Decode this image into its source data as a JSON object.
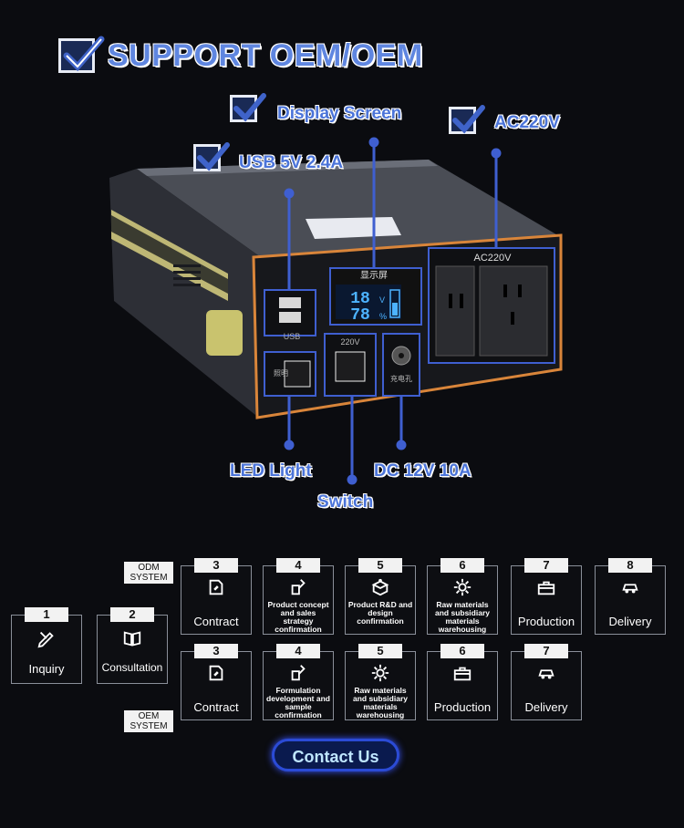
{
  "header": {
    "title": "SUPPORT OEM/OEM"
  },
  "callouts": {
    "display_screen": "Display Screen",
    "ac220v": "AC220V",
    "usb": "USB 5V 2.4A",
    "led_light": "LED Light",
    "dc": "DC 12V 10A",
    "switch": "Switch"
  },
  "device": {
    "panel_display_label": "显示屏",
    "readout_voltage": "18",
    "readout_voltage_unit": "V",
    "readout_percent": "78",
    "readout_percent_unit": "%",
    "usb_label": "USB",
    "switch_label": "220V",
    "led_label": "照明",
    "dc_label": "充电孔",
    "ac_label": "AC220V"
  },
  "flow_common": [
    {
      "num": "1",
      "label": "Inquiry",
      "icon": "pencil-icon"
    },
    {
      "num": "2",
      "label": "Consultation",
      "icon": "book-icon"
    }
  ],
  "odm": {
    "system_label": "ODM\nSYSTEM",
    "steps": [
      {
        "num": "3",
        "label": "Contract",
        "icon": "contract-icon"
      },
      {
        "num": "4",
        "label": "Product concept and sales strategy confirmation",
        "icon": "tools-icon"
      },
      {
        "num": "5",
        "label": "Product R&D and design confirmation",
        "icon": "box-gear-icon"
      },
      {
        "num": "6",
        "label": "Raw materials and subsidiary materials warehousing",
        "icon": "gear-icon"
      },
      {
        "num": "7",
        "label": "Production",
        "icon": "toolbox-icon"
      },
      {
        "num": "8",
        "label": "Delivery",
        "icon": "car-icon"
      }
    ]
  },
  "oem": {
    "system_label": "OEM\nSYSTEM",
    "steps": [
      {
        "num": "3",
        "label": "Contract",
        "icon": "contract-icon"
      },
      {
        "num": "4",
        "label": "Formulation development and sample confirmation",
        "icon": "tools-icon"
      },
      {
        "num": "5",
        "label": "Raw materials and subsidiary materials warehousing",
        "icon": "gear-icon"
      },
      {
        "num": "6",
        "label": "Production",
        "icon": "toolbox-icon"
      },
      {
        "num": "7",
        "label": "Delivery",
        "icon": "car-icon"
      }
    ]
  },
  "cta": {
    "label": "Contact Us"
  },
  "colors": {
    "accent": "#4b74d9",
    "panel_trim": "#d9853a",
    "callout_line": "#3f5fd0"
  }
}
